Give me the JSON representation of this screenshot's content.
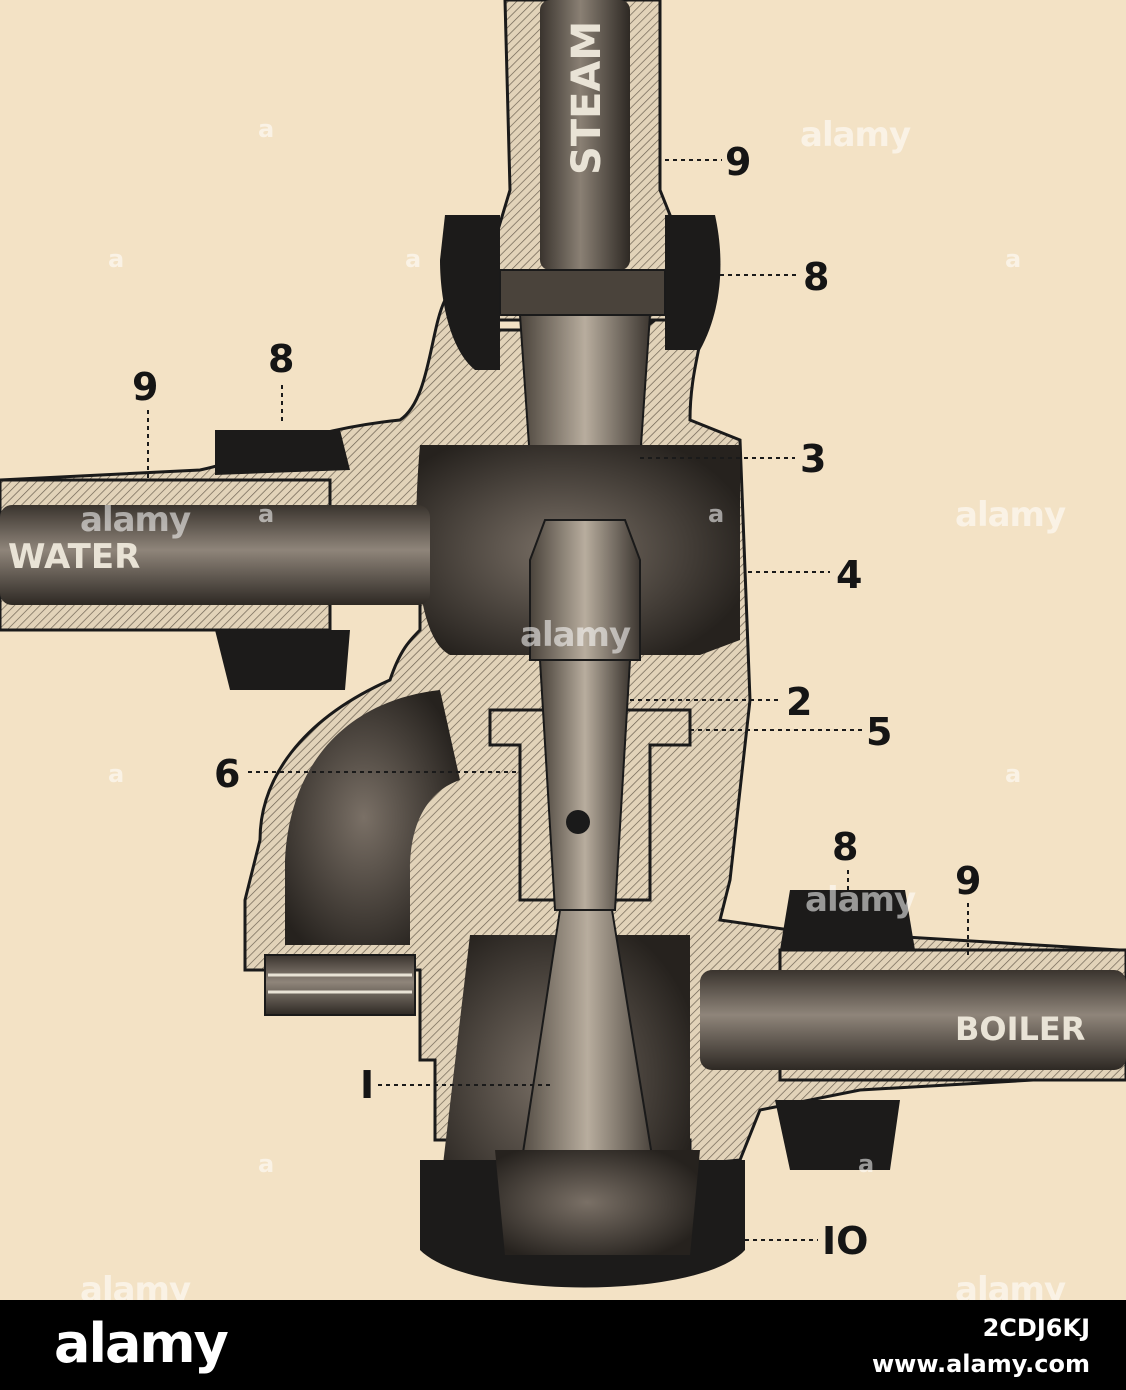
{
  "diagram": {
    "pipe_labels": {
      "steam": "STEAM",
      "water": "WATER",
      "boiler": "BOILER"
    },
    "part_numbers": {
      "n9_top": "9",
      "n8_top": "8",
      "n8_left": "8",
      "n9_left": "9",
      "n3": "3",
      "n4": "4",
      "n2": "2",
      "n5": "5",
      "n6": "6",
      "n8_right": "8",
      "n9_right": "9",
      "n1": "I",
      "n10": "IO"
    }
  },
  "watermark": {
    "word": "alamy",
    "dot": "a"
  },
  "footer": {
    "logo": "alamy",
    "image_id": "2CDJ6KJ",
    "site": "www.alamy.com"
  },
  "colors": {
    "paper": "#f3e2c5",
    "ink": "#151515",
    "metal_light": "#d8c8ae",
    "metal_dark": "#5a5147",
    "footer_bg": "#000000"
  }
}
